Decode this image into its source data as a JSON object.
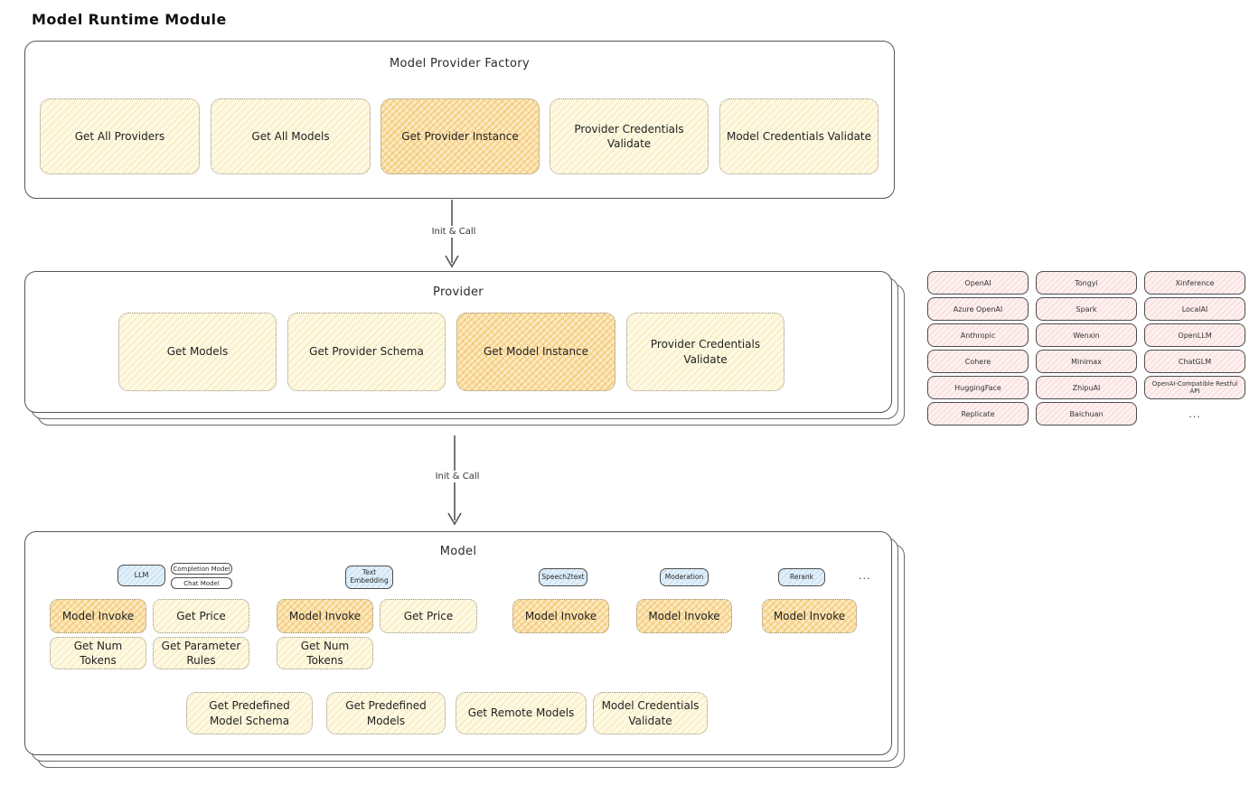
{
  "page_title": "Model Runtime Module",
  "colors": {
    "yellow_fill": "#fdf9e4",
    "highlight_fill": "#fbeac2",
    "pink_fill": "#fdf1f0",
    "blue_fill": "#e2f0fa",
    "border_dark": "#565656"
  },
  "factory": {
    "title": "Model Provider Factory",
    "methods": [
      {
        "label": "Get All Providers"
      },
      {
        "label": "Get All Models"
      },
      {
        "label": "Get Provider Instance"
      },
      {
        "label": "Provider Credentials Validate"
      },
      {
        "label": "Model Credentials Validate"
      }
    ]
  },
  "arrow1": {
    "label": "Init & Call"
  },
  "arrow2": {
    "label": "Init & Call"
  },
  "provider": {
    "title": "Provider",
    "methods": [
      {
        "label": "Get Models"
      },
      {
        "label": "Get Provider Schema"
      },
      {
        "label": "Get Model Instance"
      },
      {
        "label": "Provider Credentials Validate"
      }
    ]
  },
  "providers_panel": {
    "items": [
      "OpenAI",
      "Tongyi",
      "Xinference",
      "Azure OpenAI",
      "Spark",
      "LocalAI",
      "Anthropic",
      "Wenxin",
      "OpenLLM",
      "Cohere",
      "Minimax",
      "ChatGLM",
      "HuggingFace",
      "ZhipuAI",
      "OpenAI-Compatible Restful API",
      "Replicate",
      "Baichuan"
    ],
    "more": "..."
  },
  "model": {
    "title": "Model",
    "tags": {
      "llm": "LLM",
      "completion": "Completion Model",
      "chat": "Chat Model",
      "text_embedding": "Text Embedding",
      "speech2text": "Speech2text",
      "moderation": "Moderation",
      "rerank": "Rerank",
      "more": "..."
    },
    "methods": {
      "model_invoke": "Model Invoke",
      "get_price": "Get Price",
      "get_num_tokens": "Get Num Tokens",
      "get_parameter_rules": "Get Parameter Rules"
    },
    "bottom": [
      {
        "label": "Get Predefined Model Schema"
      },
      {
        "label": "Get Predefined Models"
      },
      {
        "label": "Get Remote Models"
      },
      {
        "label": "Model Credentials Validate"
      }
    ]
  }
}
